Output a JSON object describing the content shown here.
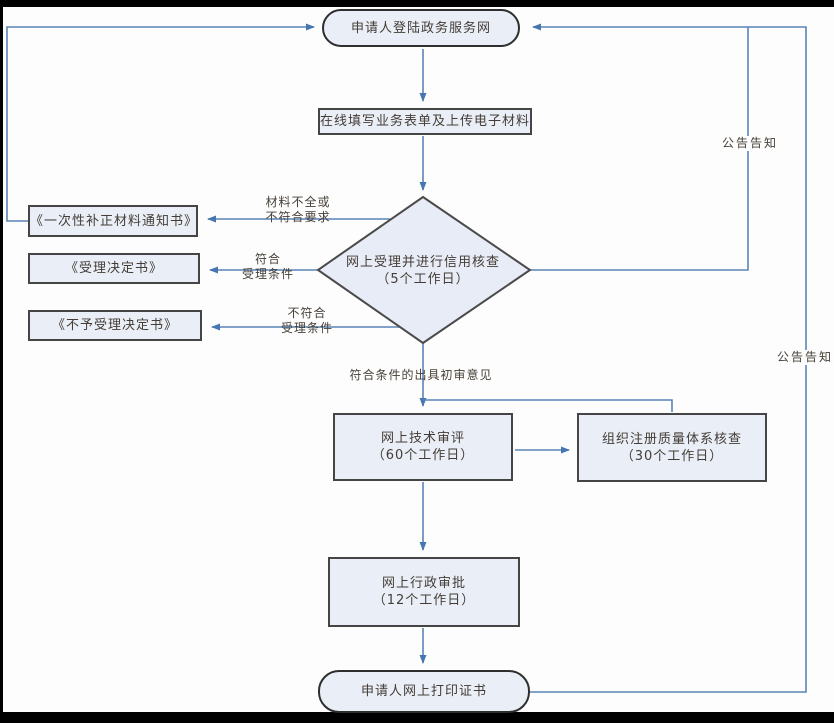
{
  "diagram": {
    "nodes": {
      "start": {
        "label": "申请人登陆政务服务网"
      },
      "online_form": {
        "label": "在线填写业务表单及上传电子材料"
      },
      "credit_check_decision": {
        "line1": "网上受理并进行信用核查",
        "line2": "（5个工作日）"
      },
      "correction_notice": {
        "label": "《一次性补正材料通知书》"
      },
      "acceptance_decision": {
        "label": "《受理决定书》"
      },
      "rejection_decision": {
        "label": "《不予受理决定书》"
      },
      "tech_review": {
        "line1": "网上技术审评",
        "line2": "（60个工作日）"
      },
      "quality_system_check": {
        "line1": "组织注册质量体系核查",
        "line2": "（30个工作日）"
      },
      "admin_approval": {
        "line1": "网上行政审批",
        "line2": "（12个工作日）"
      },
      "print_certificate": {
        "label": "申请人网上打印证书"
      }
    },
    "edge_labels": {
      "materials_incomplete": {
        "line1": "材料不全或",
        "line2": "不符合要求"
      },
      "meets_conditions": {
        "line1": "符合",
        "line2": "受理条件"
      },
      "not_meets_conditions": {
        "line1": "不符合",
        "line2": "受理条件"
      },
      "initial_opinion": "符合条件的出具初审意见",
      "announcement_top": "公告告知",
      "announcement_right": "公告告知"
    },
    "colors": {
      "connector_blue": "#4576b0",
      "node_fill": "#e9eef7",
      "node_border": "#454545",
      "text": "#443d35",
      "background": "#fdfdfd",
      "frame": "#000000"
    }
  }
}
